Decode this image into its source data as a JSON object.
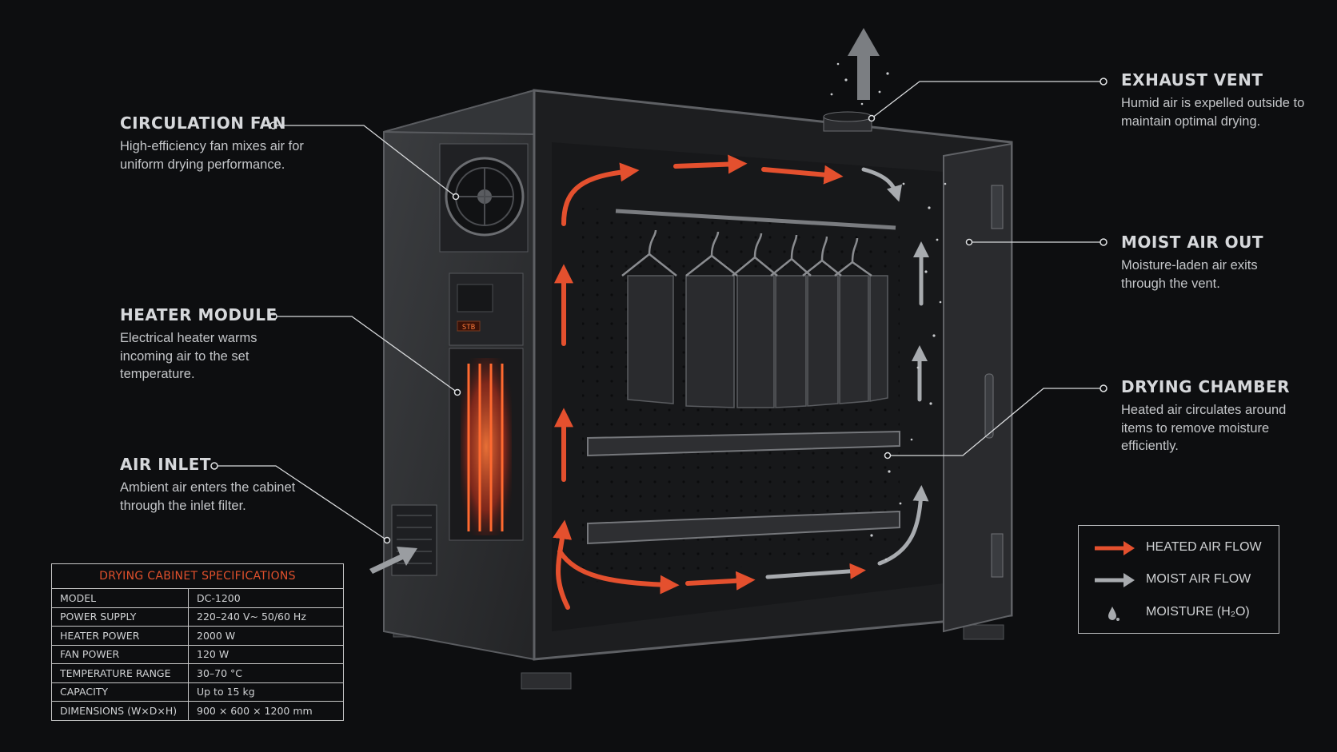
{
  "callouts": {
    "circulation_fan": {
      "title": "CIRCULATION FAN",
      "desc": "High-efficiency fan mixes air for uniform drying performance."
    },
    "heater_module": {
      "title": "HEATER MODULE",
      "desc": "Electrical heater warms incoming air to the set temperature."
    },
    "air_inlet": {
      "title": "AIR INLET",
      "desc": "Ambient air enters the cabinet through the inlet filter."
    },
    "exhaust_vent": {
      "title": "EXHAUST VENT",
      "desc": "Humid air is expelled outside to maintain optimal drying."
    },
    "moist_air_out": {
      "title": "MOIST AIR OUT",
      "desc": "Moisture-laden air exits through the vent."
    },
    "drying_chamber": {
      "title": "DRYING CHAMBER",
      "desc": "Heated air circulates around items to remove moisture efficiently."
    }
  },
  "specs": {
    "title": "DRYING CABINET SPECIFICATIONS",
    "rows": [
      {
        "key": "MODEL",
        "value": "DC-1200"
      },
      {
        "key": "POWER SUPPLY",
        "value": "220–240 V~   50/60 Hz"
      },
      {
        "key": "HEATER POWER",
        "value": "2000 W"
      },
      {
        "key": "FAN POWER",
        "value": "120 W"
      },
      {
        "key": "TEMPERATURE RANGE",
        "value": "30–70 °C"
      },
      {
        "key": "CAPACITY",
        "value": "Up to 15 kg"
      },
      {
        "key": "DIMENSIONS (W×D×H)",
        "value": "900 × 600 × 1200 mm"
      }
    ]
  },
  "legend": {
    "heated": "HEATED AIR FLOW",
    "moist": "MOIST AIR FLOW",
    "moisture": "MOISTURE (H₂O)"
  },
  "colors": {
    "heated_air": "#e4502e",
    "moist_air": "#a8abaf",
    "background": "#0d0e10",
    "heater_glow": "#ff5a2a"
  },
  "heater_display": "STB"
}
